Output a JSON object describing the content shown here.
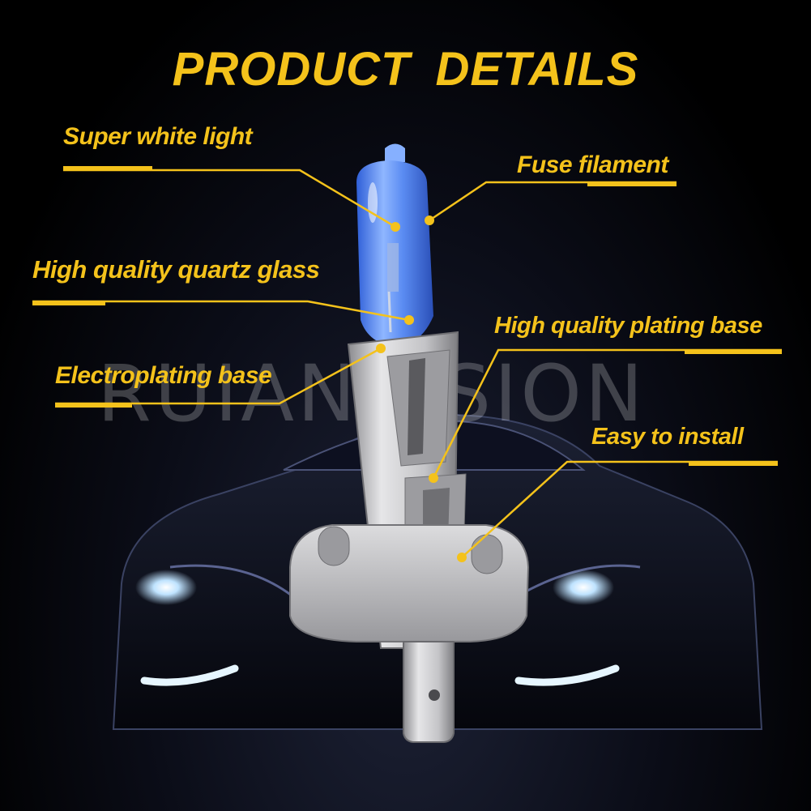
{
  "title": "PRODUCT  DETAILS",
  "watermark": "RUIAN",
  "watermark_tail": "ISION",
  "callouts": {
    "super_white": "Super white light",
    "fuse_filament": "Fuse filament",
    "quartz_glass": "High quality quartz glass",
    "plating_base": "High quality plating base",
    "electroplating": "Electroplating base",
    "easy_install": "Easy to install"
  },
  "colors": {
    "accent": "#f4c21b",
    "background": "#000000",
    "glass": "#5a8ff0",
    "metal": "#c9c9cb",
    "headlight": "#d9f0ff"
  }
}
